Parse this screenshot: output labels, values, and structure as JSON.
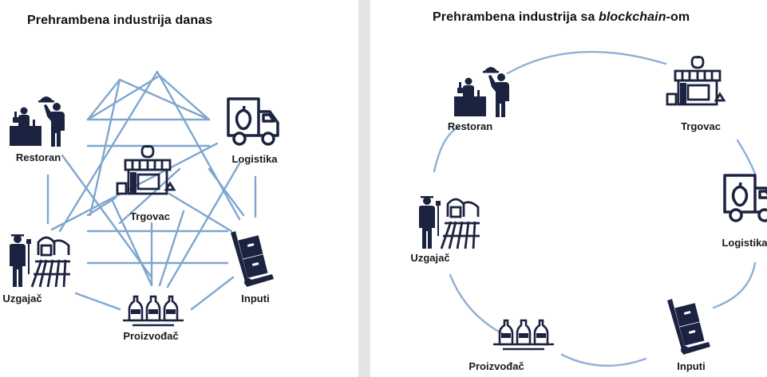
{
  "left": {
    "title": "Prehrambena industrija danas",
    "nodes": {
      "restoran": "Restoran",
      "logistika": "Logistika",
      "trgovac": "Trgovac",
      "uzgajac": "Uzgajač",
      "inputi": "Inputi",
      "proizvodac": "Proizvođač"
    }
  },
  "right": {
    "title_main": "Prehrambena industrija sa ",
    "title_emph": "blockchain",
    "title_suffix": "-om",
    "nodes": {
      "restoran": "Restoran",
      "trgovac": "Trgovac",
      "logistika": "Logistika",
      "uzgajac": "Uzgajač",
      "proizvodac": "Proizvođač",
      "inputi": "Inputi"
    }
  },
  "colors": {
    "icon": "#1c2340",
    "line": "#7fa6cf",
    "ring": "#8fb0d6",
    "separator": "#e4e4e4"
  }
}
